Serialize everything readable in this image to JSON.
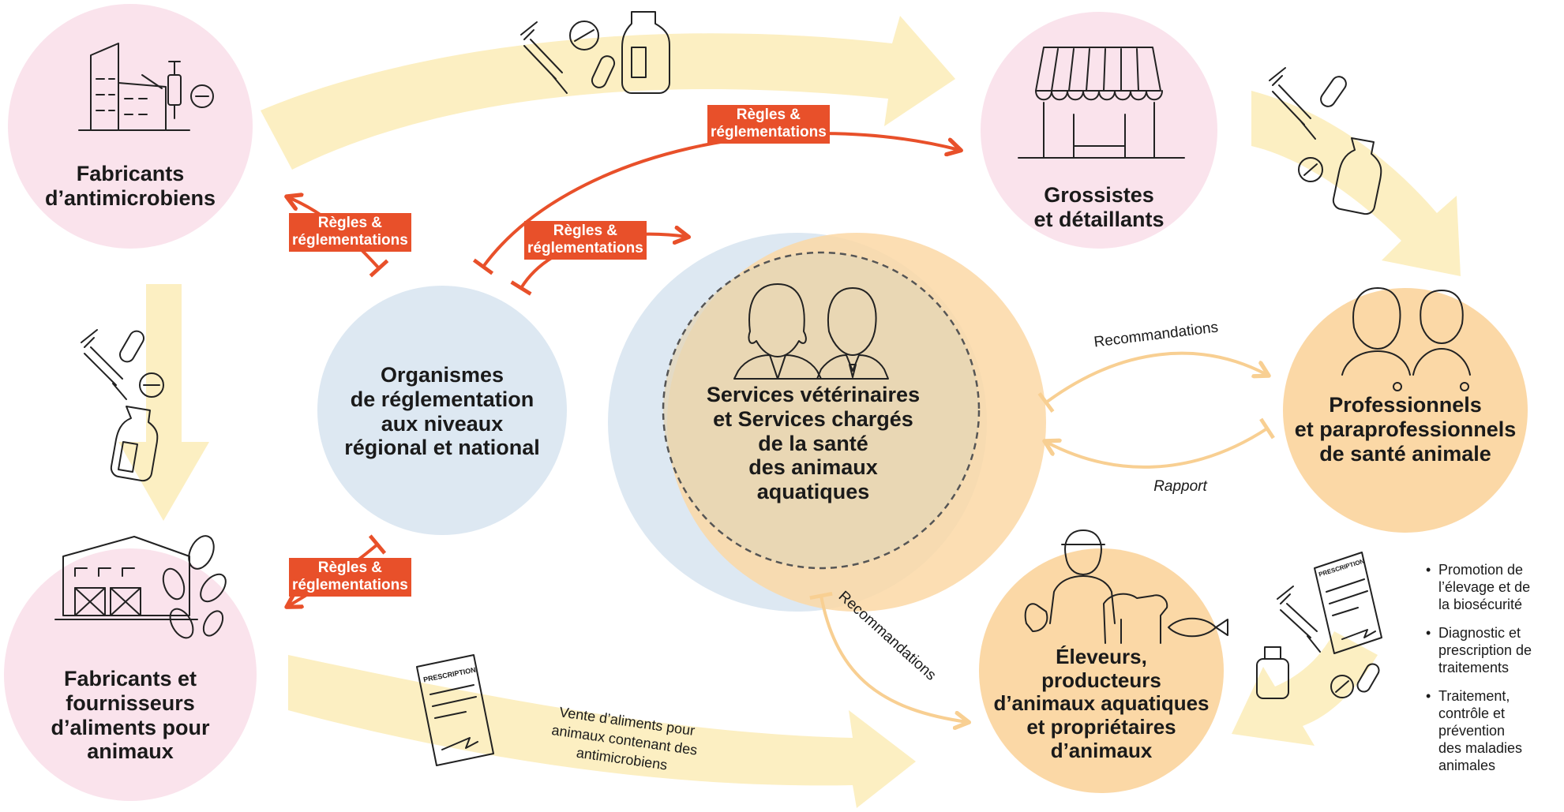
{
  "nodes": {
    "fabricants_antimicrobiens": {
      "line1": "Fabricants",
      "line2": "d’antimicrobiens"
    },
    "grossistes": {
      "line1": "Grossistes",
      "line2": "et détaillants"
    },
    "organismes": {
      "line1": "Organismes",
      "line2": "de réglementation",
      "line3": "aux niveaux",
      "line4": "régional et national"
    },
    "services": {
      "line1": "Services vétérinaires",
      "line2": "et Services chargés",
      "line3": "de la santé",
      "line4": "des animaux",
      "line5": "aquatiques"
    },
    "professionnels": {
      "line1": "Professionnels",
      "line2": "et paraprofessionnels",
      "line3": "de santé animale"
    },
    "fabricants_aliments": {
      "line1": "Fabricants et",
      "line2": "fournisseurs",
      "line3": "d’aliments pour",
      "line4": "animaux"
    },
    "eleveurs": {
      "line1": "Éleveurs,",
      "line2": "producteurs",
      "line3": "d’animaux aquatiques",
      "line4": "et propriétaires",
      "line5": "d’animaux"
    }
  },
  "tags": {
    "regles_top": {
      "line1": "Règles &",
      "line2": "réglementations"
    },
    "regles_left_upper": {
      "line1": "Règles &",
      "line2": "réglementations"
    },
    "regles_mid": {
      "line1": "Règles &",
      "line2": "réglementations"
    },
    "regles_left_lower": {
      "line1": "Règles &",
      "line2": "réglementations"
    }
  },
  "flow_labels": {
    "recommandations_right": "Recommandations",
    "rapport": "Rapport",
    "recommandations_bottom": "Recommandations",
    "vente_line1": "Vente d’aliments pour",
    "vente_line2": "animaux contenant des",
    "vente_line3": "antimicrobiens"
  },
  "prescription_label": "PRESCRIPTION",
  "bullets": [
    {
      "line1": "Promotion de",
      "line2": "l’élevage et de",
      "line3": "la biosécurité"
    },
    {
      "line1": "Diagnostic et",
      "line2": "prescription de",
      "line3": "traitements"
    },
    {
      "line1": "Traitement,",
      "line2": "contrôle et",
      "line3": "prévention",
      "line4": "des maladies",
      "line5": "animales"
    }
  ],
  "colors": {
    "pink": "#fae3ec",
    "blue": "#dde8f2",
    "orange": "#fbd8a6",
    "flow": "#fcefc2",
    "red": "#e8502a",
    "ink": "#1a1a1a"
  },
  "icons": [
    "factory-icon",
    "syringe-icon",
    "pill-icon",
    "bottle-icon",
    "storefront-icon",
    "barn-icon",
    "seeds-icon",
    "vets-icon",
    "health-workers-icon",
    "farmer-animals-icon",
    "prescription-icon"
  ]
}
